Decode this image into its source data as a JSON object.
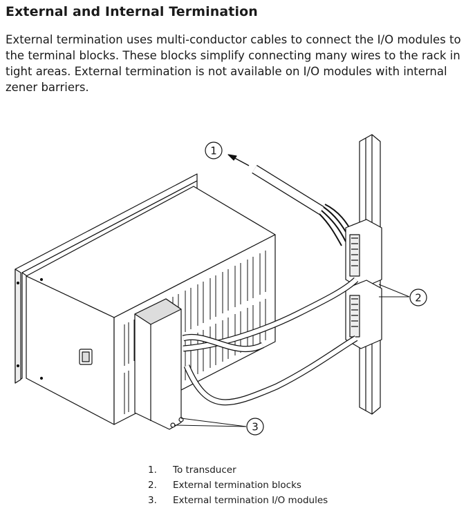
{
  "section": {
    "heading": "External and Internal Termination",
    "paragraph": "External termination uses multi-conductor cables to connect the I/O modules to the terminal blocks.  These blocks simplify connecting many wires to the rack in tight areas. External termination is not available on I/O modules with internal zener barriers."
  },
  "figure": {
    "callouts": [
      "1",
      "2",
      "3"
    ]
  },
  "legend": {
    "items": [
      {
        "num": "1.",
        "text": "To transducer"
      },
      {
        "num": "2.",
        "text": "External termination blocks"
      },
      {
        "num": "3.",
        "text": "External termination I/O modules"
      }
    ]
  }
}
